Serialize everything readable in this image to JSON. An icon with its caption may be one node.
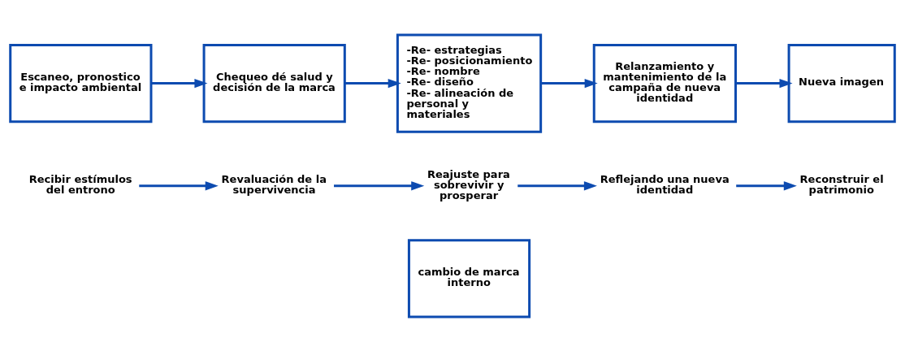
{
  "diagram": {
    "nodes": [
      {
        "text": [
          "cambio de marca interno"
        ]
      },
      {
        "text": [
          "Recibir estímulos del entrono"
        ]
      },
      {
        "text": [
          "Revaluación de la supervivencia"
        ]
      },
      {
        "text": [
          "Reajuste para sobrevivir y prosperar"
        ]
      },
      {
        "text": [
          "Reflejando una nueva identidad"
        ]
      },
      {
        "text": [
          "Reconstruir el patrimonio"
        ]
      },
      {
        "text": [
          "Escaneo, pronostico e impacto ambiental"
        ]
      },
      {
        "text": [
          "Chequeo dé salud y decisión de la marca"
        ]
      },
      {
        "text": [
          "-Re- estrategias",
          "-Re- posicionamiento",
          "-Re- nombre",
          "-Re- diseño",
          "-Re- alineación de personal y materiales"
        ]
      },
      {
        "text": [
          "Relanzamiento y mantenimiento de la campaña de nueva identidad"
        ]
      },
      {
        "text": [
          "Nueva imagen"
        ]
      }
    ],
    "edges": [
      {
        "from": 1,
        "to": 2,
        "arrow": "to"
      },
      {
        "from": 2,
        "to": 3,
        "arrow": "to"
      },
      {
        "from": 3,
        "to": 4,
        "arrow": "to"
      },
      {
        "from": 4,
        "to": 5,
        "arrow": "to"
      },
      {
        "from": 6,
        "to": 7,
        "arrow": "to"
      },
      {
        "from": 7,
        "to": 8,
        "arrow": "to"
      },
      {
        "from": 8,
        "to": 9,
        "arrow": "to"
      },
      {
        "from": 9,
        "to": 10,
        "arrow": "to"
      }
    ]
  }
}
